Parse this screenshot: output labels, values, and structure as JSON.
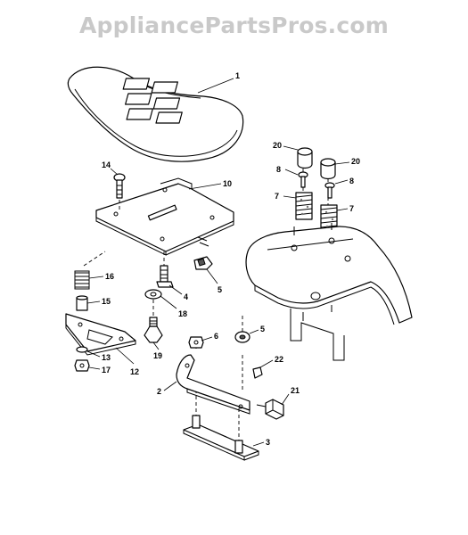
{
  "watermark": "AppliancePartsPros.com",
  "callouts": {
    "c1": "1",
    "c20a": "20",
    "c20b": "20",
    "c8a": "8",
    "c8b": "8",
    "c7a": "7",
    "c7b": "7",
    "c14": "14",
    "c10": "10",
    "c16": "16",
    "c15": "15",
    "c4": "4",
    "c5a": "5",
    "c18": "18",
    "c6": "6",
    "c5b": "5",
    "c13": "13",
    "c17": "17",
    "c12": "12",
    "c19": "19",
    "c2": "2",
    "c22": "22",
    "c21": "21",
    "c3": "3"
  }
}
